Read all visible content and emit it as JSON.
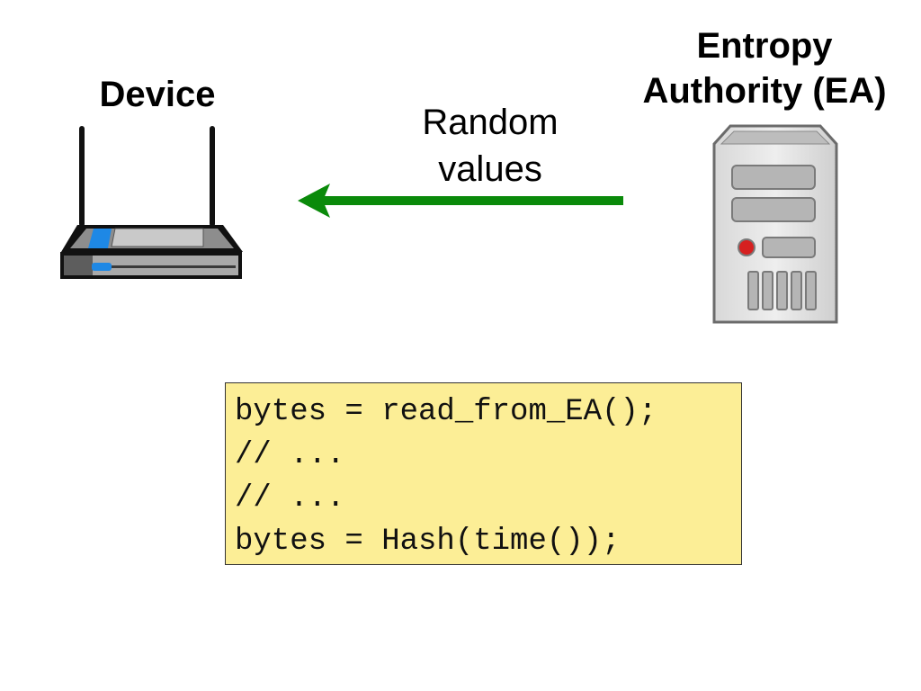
{
  "device": {
    "label": "Device",
    "icon": "router-icon"
  },
  "entropy_authority": {
    "label": "Entropy Authority (EA)",
    "line1": "Entropy",
    "line2": "Authority (EA)",
    "icon": "server-icon"
  },
  "arrow": {
    "label_line1": "Random",
    "label_line2": "values",
    "color": "#0a8a0a",
    "direction": "from EA to Device"
  },
  "code": {
    "background": "#fcee96",
    "lines": [
      "bytes = read_from_EA();",
      "// ...",
      "// ...",
      "bytes = Hash(time());"
    ]
  }
}
